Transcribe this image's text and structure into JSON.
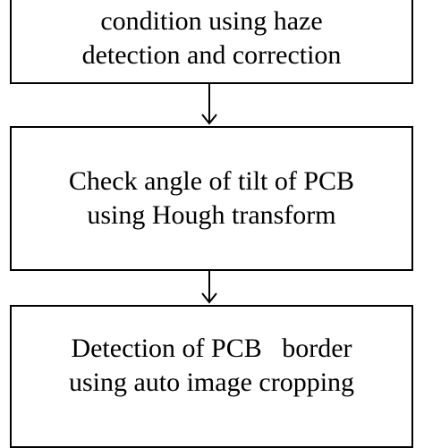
{
  "flowchart": {
    "steps": [
      {
        "lines": [
          "condition using haze",
          "detection and correction"
        ]
      },
      {
        "lines": [
          "Check angle of tilt of PCB",
          "using Hough transform"
        ]
      },
      {
        "lines": [
          "Detection of PCB   border",
          "using auto image cropping"
        ]
      }
    ]
  }
}
